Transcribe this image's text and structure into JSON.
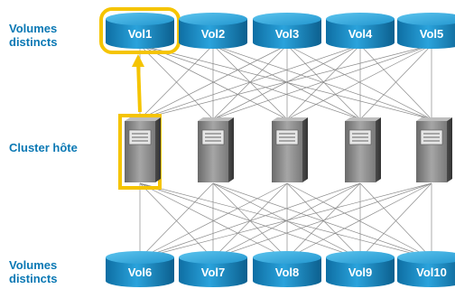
{
  "labels": {
    "top_line1": "Volumes",
    "top_line2": "distincts",
    "middle": "Cluster hôte",
    "bottom_line1": "Volumes",
    "bottom_line2": "distincts"
  },
  "top_volumes": [
    "Vol1",
    "Vol2",
    "Vol3",
    "Vol4",
    "Vol5"
  ],
  "bottom_volumes": [
    "Vol6",
    "Vol7",
    "Vol8",
    "Vol9",
    "Vol10"
  ],
  "host_count": 5,
  "highlighted": {
    "volume": "Vol1",
    "host_index": 0
  },
  "colors": {
    "label_text": "#0a78b4",
    "volume_fill": "#1b8ec8",
    "volume_top": "#33aee0",
    "highlight": "#f5c400",
    "connector": "#8a8a8a",
    "server_body": "#8c8c8c"
  },
  "icons": {
    "volume": "cylinder-disk-icon",
    "host": "server-tower-icon",
    "arrow": "up-arrow-icon"
  }
}
